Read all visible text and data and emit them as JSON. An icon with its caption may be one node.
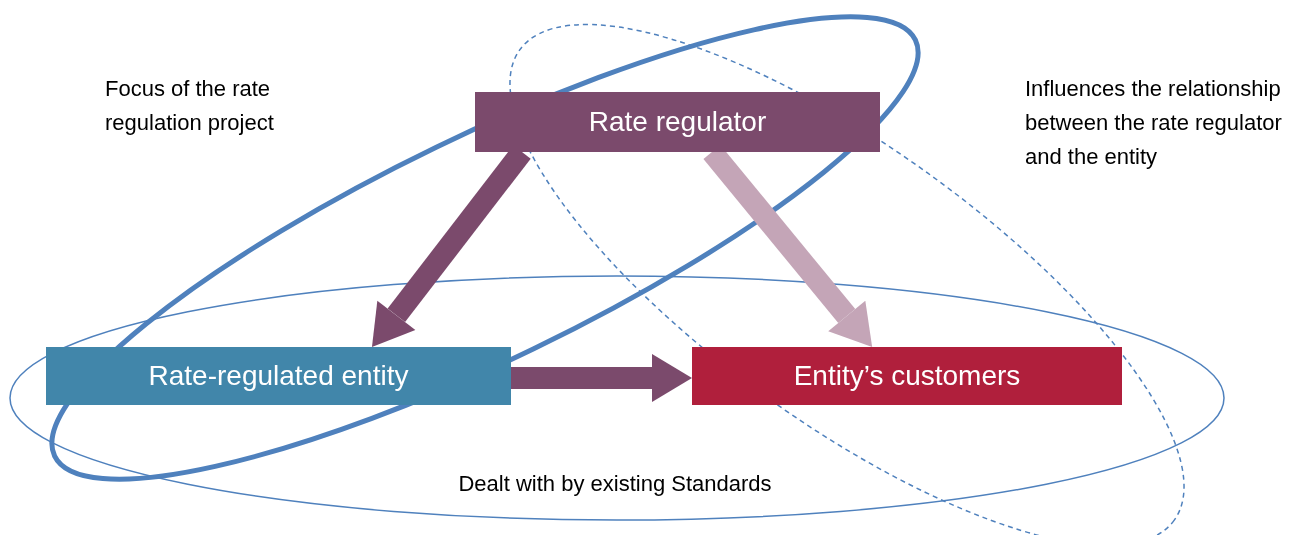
{
  "diagram": {
    "nodes": [
      {
        "text": [
          "Rate regulator"
        ]
      },
      {
        "text": [
          "Rate-regulated entity"
        ]
      },
      {
        "text": [
          "Entity’s customers"
        ]
      }
    ],
    "edges": [
      {
        "from": 0,
        "to": 1,
        "arrow": "to"
      },
      {
        "from": 0,
        "to": 2,
        "arrow": "to",
        "color": "#c4a5b7"
      },
      {
        "from": 1,
        "to": 2,
        "arrow": "to"
      }
    ],
    "labels": [
      "Focus of the rate regulation project",
      "Influences the relationship between the rate regulator and the entity",
      "Dealt with by existing Standards"
    ]
  }
}
